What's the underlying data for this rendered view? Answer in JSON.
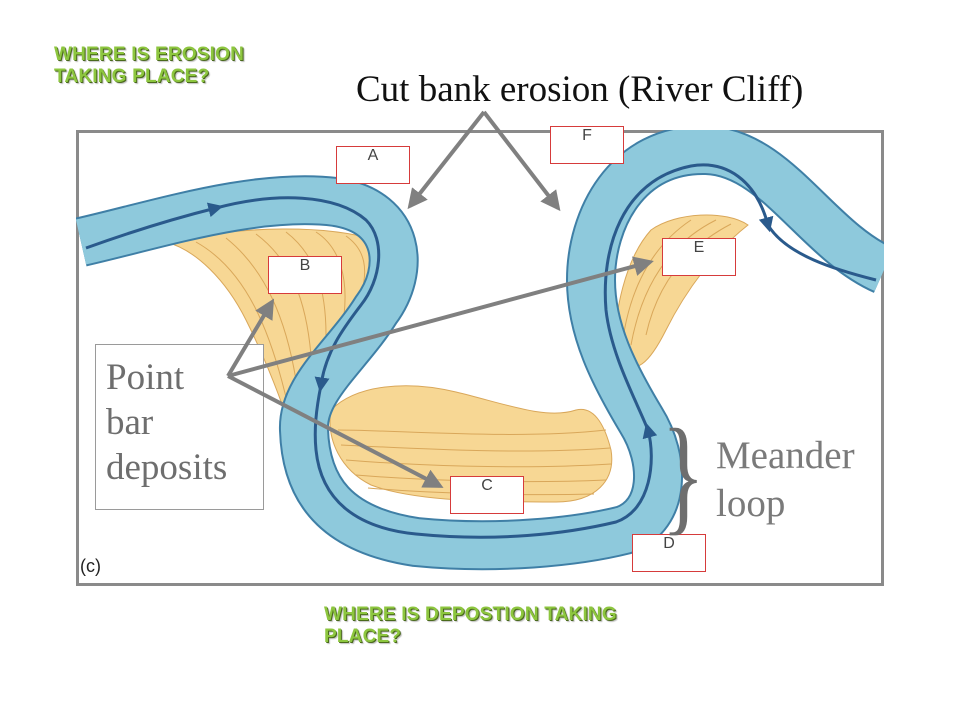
{
  "questions": {
    "erosion": [
      "WHERE IS EROSION",
      "TAKING PLACE?"
    ],
    "deposition": [
      "WHERE IS DEPOSTION TAKING",
      "PLACE?"
    ]
  },
  "labels": {
    "cut_bank": "Cut bank erosion (River Cliff)",
    "point_bar": [
      "Point",
      "bar",
      "deposits"
    ],
    "meander_loop": [
      "Meander",
      "loop"
    ],
    "figure": "(c)"
  },
  "boxes": {
    "a": "A",
    "b": "B",
    "c": "C",
    "d": "D",
    "e": "E",
    "f": "F"
  },
  "colors": {
    "river": "#8ec9dc",
    "river_edge": "#3f7fa6",
    "flow_arrow": "#2a5a8c",
    "point_bar": "#f7d794",
    "point_bar_lines": "#d9a75a",
    "box_border": "#d63b3b",
    "question_text": "#8dc63f",
    "pointer_arrow": "#808080"
  }
}
